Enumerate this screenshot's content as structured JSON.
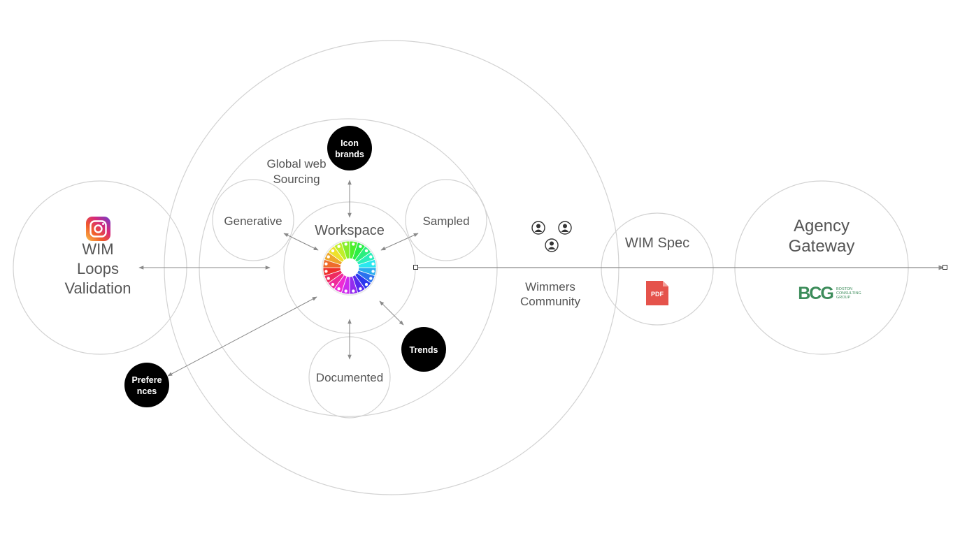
{
  "labels": {
    "wim_loops": [
      "WIM",
      "Loops",
      "Validation"
    ],
    "global_web": [
      "Global web",
      "Sourcing"
    ],
    "generative": "Generative",
    "workspace": "Workspace",
    "sampled": "Sampled",
    "documented": "Documented",
    "icon_brands": [
      "Icon",
      "brands"
    ],
    "trends": "Trends",
    "preferences": [
      "Prefere",
      "nces"
    ],
    "wimmers": [
      "Wimmers",
      "Community"
    ],
    "wim_spec": "WIM Spec",
    "agency_gateway": [
      "Agency",
      "Gateway"
    ],
    "pdf_badge": "PDF",
    "bcg_logo": "BCG",
    "bcg_sub": [
      "BOSTON",
      "CONSULTING",
      "GROUP"
    ]
  },
  "icons": {
    "instagram": "instagram-icon",
    "color_wheel": "color-wheel-icon",
    "user": "user-icon",
    "pdf": "pdf-file-icon",
    "bcg": "bcg-logo"
  },
  "colors": {
    "circle_stroke": "#d2d2d2",
    "arrow": "#8a8a8a",
    "text": "#555555",
    "black_node": "#000000",
    "pdf_red": "#e5534b",
    "bcg_green": "#3c8c5a"
  }
}
